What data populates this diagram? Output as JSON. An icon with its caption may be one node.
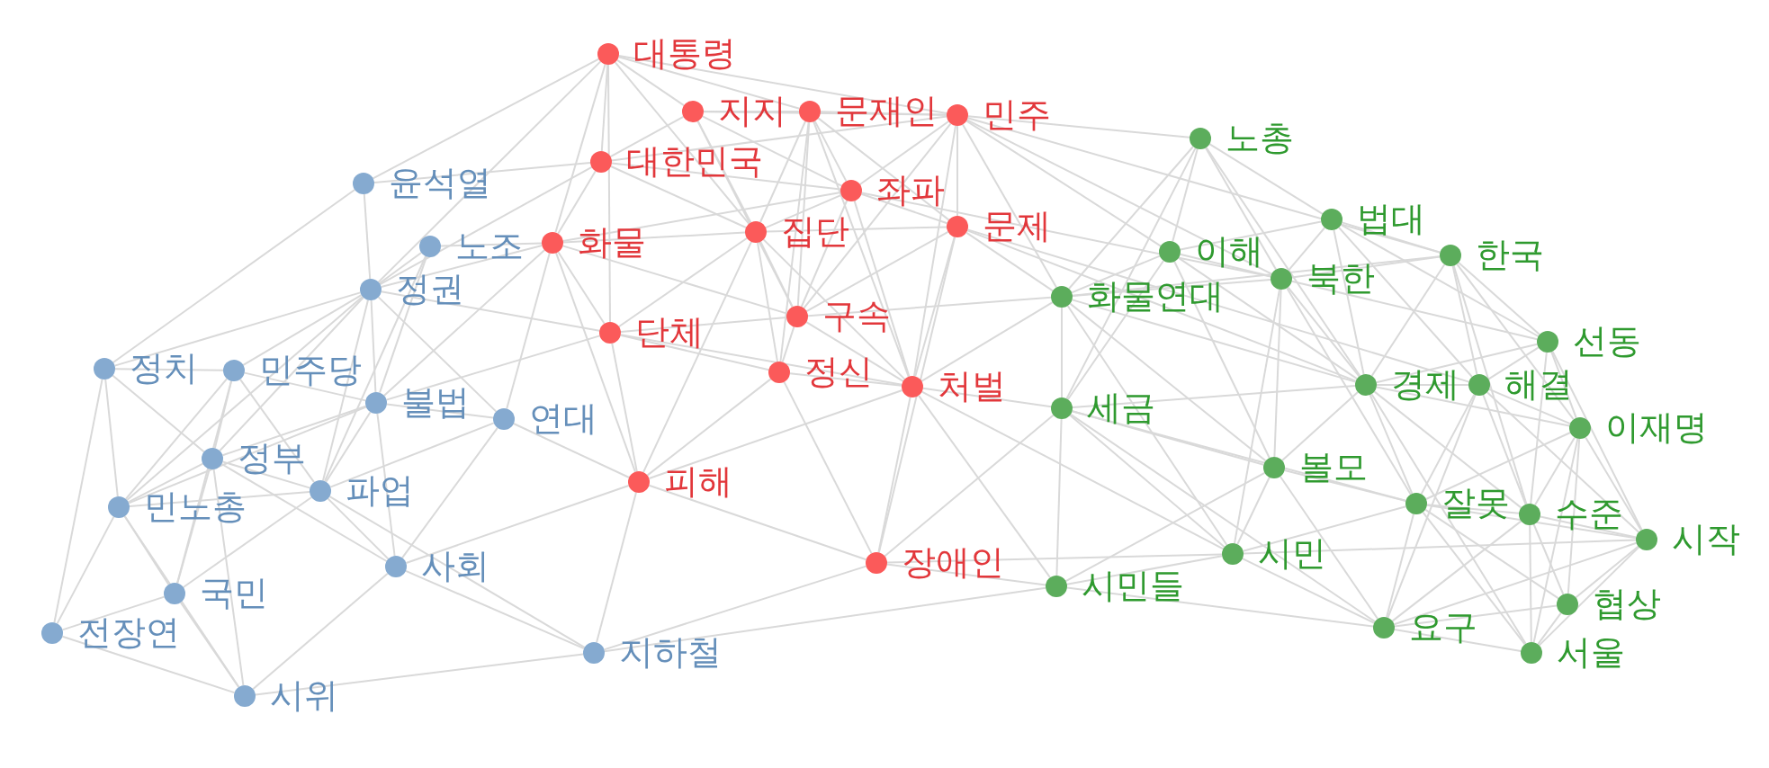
{
  "diagram": {
    "nodes": [
      {
        "text": [
          "대통령"
        ]
      },
      {
        "text": [
          "지지"
        ]
      },
      {
        "text": [
          "문재인"
        ]
      },
      {
        "text": [
          "민주"
        ]
      },
      {
        "text": [
          "노총"
        ]
      },
      {
        "text": [
          "대한민국"
        ]
      },
      {
        "text": [
          "윤석열"
        ]
      },
      {
        "text": [
          "좌파"
        ]
      },
      {
        "text": [
          "문제"
        ]
      },
      {
        "text": [
          "집단"
        ]
      },
      {
        "text": [
          "화물"
        ]
      },
      {
        "text": [
          "법대"
        ]
      },
      {
        "text": [
          "노조"
        ]
      },
      {
        "text": [
          "한국"
        ]
      },
      {
        "text": [
          "이해"
        ]
      },
      {
        "text": [
          "북한"
        ]
      },
      {
        "text": [
          "화물연대"
        ]
      },
      {
        "text": [
          "정권"
        ]
      },
      {
        "text": [
          "구속"
        ]
      },
      {
        "text": [
          "단체"
        ]
      },
      {
        "text": [
          "선동"
        ]
      },
      {
        "text": [
          "정치"
        ]
      },
      {
        "text": [
          "민주당"
        ]
      },
      {
        "text": [
          "정신"
        ]
      },
      {
        "text": [
          "처벌"
        ]
      },
      {
        "text": [
          "경제"
        ]
      },
      {
        "text": [
          "해결"
        ]
      },
      {
        "text": [
          "불법"
        ]
      },
      {
        "text": [
          "세금"
        ]
      },
      {
        "text": [
          "연대"
        ]
      },
      {
        "text": [
          "이재명"
        ]
      },
      {
        "text": [
          "정부"
        ]
      },
      {
        "text": [
          "볼모"
        ]
      },
      {
        "text": [
          "피해"
        ]
      },
      {
        "text": [
          "파업"
        ]
      },
      {
        "text": [
          "민노총"
        ]
      },
      {
        "text": [
          "잘못"
        ]
      },
      {
        "text": [
          "수준"
        ]
      },
      {
        "text": [
          "시작"
        ]
      },
      {
        "text": [
          "시민"
        ]
      },
      {
        "text": [
          "장애인"
        ]
      },
      {
        "text": [
          "사회"
        ]
      },
      {
        "text": [
          "시민들"
        ]
      },
      {
        "text": [
          "국민"
        ]
      },
      {
        "text": [
          "협상"
        ]
      },
      {
        "text": [
          "전장연"
        ]
      },
      {
        "text": [
          "요구"
        ]
      },
      {
        "text": [
          "지하철"
        ]
      },
      {
        "text": [
          "서울"
        ]
      },
      {
        "text": [
          "시위"
        ]
      }
    ],
    "edges": [
      {
        "from": 21,
        "to": 6,
        "arrow": "none"
      },
      {
        "from": 21,
        "to": 17,
        "arrow": "none"
      },
      {
        "from": 21,
        "to": 22,
        "arrow": "none"
      },
      {
        "from": 21,
        "to": 35,
        "arrow": "none"
      },
      {
        "from": 21,
        "to": 45,
        "arrow": "none"
      },
      {
        "from": 21,
        "to": 31,
        "arrow": "none"
      },
      {
        "from": 22,
        "to": 17,
        "arrow": "none"
      },
      {
        "from": 22,
        "to": 35,
        "arrow": "none"
      },
      {
        "from": 22,
        "to": 31,
        "arrow": "none"
      },
      {
        "from": 22,
        "to": 43,
        "arrow": "none"
      },
      {
        "from": 22,
        "to": 34,
        "arrow": "none"
      },
      {
        "from": 22,
        "to": 27,
        "arrow": "none"
      },
      {
        "from": 17,
        "to": 6,
        "arrow": "none"
      },
      {
        "from": 17,
        "to": 12,
        "arrow": "none"
      },
      {
        "from": 17,
        "to": 27,
        "arrow": "none"
      },
      {
        "from": 17,
        "to": 34,
        "arrow": "none"
      },
      {
        "from": 17,
        "to": 31,
        "arrow": "none"
      },
      {
        "from": 17,
        "to": 35,
        "arrow": "none"
      },
      {
        "from": 17,
        "to": 5,
        "arrow": "none"
      },
      {
        "from": 17,
        "to": 10,
        "arrow": "none"
      },
      {
        "from": 17,
        "to": 29,
        "arrow": "none"
      },
      {
        "from": 17,
        "to": 19,
        "arrow": "none"
      },
      {
        "from": 12,
        "to": 10,
        "arrow": "none"
      },
      {
        "from": 12,
        "to": 34,
        "arrow": "none"
      },
      {
        "from": 12,
        "to": 27,
        "arrow": "none"
      },
      {
        "from": 27,
        "to": 34,
        "arrow": "none"
      },
      {
        "from": 27,
        "to": 29,
        "arrow": "none"
      },
      {
        "from": 27,
        "to": 31,
        "arrow": "none"
      },
      {
        "from": 27,
        "to": 41,
        "arrow": "none"
      },
      {
        "from": 27,
        "to": 10,
        "arrow": "none"
      },
      {
        "from": 27,
        "to": 19,
        "arrow": "none"
      },
      {
        "from": 27,
        "to": 35,
        "arrow": "none"
      },
      {
        "from": 29,
        "to": 10,
        "arrow": "none"
      },
      {
        "from": 29,
        "to": 41,
        "arrow": "none"
      },
      {
        "from": 29,
        "to": 34,
        "arrow": "none"
      },
      {
        "from": 29,
        "to": 33,
        "arrow": "none"
      },
      {
        "from": 31,
        "to": 34,
        "arrow": "none"
      },
      {
        "from": 31,
        "to": 35,
        "arrow": "none"
      },
      {
        "from": 31,
        "to": 43,
        "arrow": "none"
      },
      {
        "from": 31,
        "to": 49,
        "arrow": "none"
      },
      {
        "from": 31,
        "to": 41,
        "arrow": "none"
      },
      {
        "from": 34,
        "to": 35,
        "arrow": "none"
      },
      {
        "from": 34,
        "to": 41,
        "arrow": "none"
      },
      {
        "from": 34,
        "to": 43,
        "arrow": "none"
      },
      {
        "from": 34,
        "to": 47,
        "arrow": "none"
      },
      {
        "from": 35,
        "to": 43,
        "arrow": "none"
      },
      {
        "from": 35,
        "to": 45,
        "arrow": "none"
      },
      {
        "from": 35,
        "to": 49,
        "arrow": "none"
      },
      {
        "from": 43,
        "to": 45,
        "arrow": "none"
      },
      {
        "from": 43,
        "to": 49,
        "arrow": "none"
      },
      {
        "from": 45,
        "to": 49,
        "arrow": "none"
      },
      {
        "from": 41,
        "to": 49,
        "arrow": "none"
      },
      {
        "from": 41,
        "to": 47,
        "arrow": "none"
      },
      {
        "from": 41,
        "to": 33,
        "arrow": "none"
      },
      {
        "from": 49,
        "to": 47,
        "arrow": "none"
      },
      {
        "from": 47,
        "to": 33,
        "arrow": "none"
      },
      {
        "from": 47,
        "to": 40,
        "arrow": "none"
      },
      {
        "from": 47,
        "to": 42,
        "arrow": "none"
      },
      {
        "from": 0,
        "to": 5,
        "arrow": "none"
      },
      {
        "from": 0,
        "to": 1,
        "arrow": "none"
      },
      {
        "from": 0,
        "to": 2,
        "arrow": "none"
      },
      {
        "from": 0,
        "to": 3,
        "arrow": "none"
      },
      {
        "from": 0,
        "to": 10,
        "arrow": "none"
      },
      {
        "from": 0,
        "to": 19,
        "arrow": "none"
      },
      {
        "from": 0,
        "to": 9,
        "arrow": "none"
      },
      {
        "from": 0,
        "to": 6,
        "arrow": "none"
      },
      {
        "from": 0,
        "to": 17,
        "arrow": "none"
      },
      {
        "from": 1,
        "to": 2,
        "arrow": "none"
      },
      {
        "from": 1,
        "to": 3,
        "arrow": "none"
      },
      {
        "from": 1,
        "to": 7,
        "arrow": "none"
      },
      {
        "from": 1,
        "to": 9,
        "arrow": "none"
      },
      {
        "from": 1,
        "to": 5,
        "arrow": "none"
      },
      {
        "from": 1,
        "to": 18,
        "arrow": "none"
      },
      {
        "from": 2,
        "to": 3,
        "arrow": "none"
      },
      {
        "from": 2,
        "to": 7,
        "arrow": "none"
      },
      {
        "from": 2,
        "to": 9,
        "arrow": "none"
      },
      {
        "from": 2,
        "to": 18,
        "arrow": "none"
      },
      {
        "from": 2,
        "to": 23,
        "arrow": "none"
      },
      {
        "from": 2,
        "to": 8,
        "arrow": "none"
      },
      {
        "from": 2,
        "to": 24,
        "arrow": "none"
      },
      {
        "from": 3,
        "to": 7,
        "arrow": "none"
      },
      {
        "from": 3,
        "to": 8,
        "arrow": "none"
      },
      {
        "from": 3,
        "to": 4,
        "arrow": "none"
      },
      {
        "from": 3,
        "to": 16,
        "arrow": "none"
      },
      {
        "from": 3,
        "to": 14,
        "arrow": "none"
      },
      {
        "from": 3,
        "to": 15,
        "arrow": "none"
      },
      {
        "from": 3,
        "to": 13,
        "arrow": "none"
      },
      {
        "from": 3,
        "to": 24,
        "arrow": "none"
      },
      {
        "from": 3,
        "to": 5,
        "arrow": "none"
      },
      {
        "from": 3,
        "to": 18,
        "arrow": "none"
      },
      {
        "from": 5,
        "to": 10,
        "arrow": "none"
      },
      {
        "from": 5,
        "to": 7,
        "arrow": "none"
      },
      {
        "from": 5,
        "to": 6,
        "arrow": "none"
      },
      {
        "from": 5,
        "to": 9,
        "arrow": "none"
      },
      {
        "from": 7,
        "to": 8,
        "arrow": "none"
      },
      {
        "from": 7,
        "to": 9,
        "arrow": "none"
      },
      {
        "from": 7,
        "to": 10,
        "arrow": "none"
      },
      {
        "from": 7,
        "to": 15,
        "arrow": "none"
      },
      {
        "from": 7,
        "to": 24,
        "arrow": "none"
      },
      {
        "from": 7,
        "to": 18,
        "arrow": "none"
      },
      {
        "from": 8,
        "to": 16,
        "arrow": "none"
      },
      {
        "from": 8,
        "to": 24,
        "arrow": "none"
      },
      {
        "from": 8,
        "to": 18,
        "arrow": "none"
      },
      {
        "from": 8,
        "to": 40,
        "arrow": "none"
      },
      {
        "from": 8,
        "to": 25,
        "arrow": "none"
      },
      {
        "from": 8,
        "to": 26,
        "arrow": "none"
      },
      {
        "from": 8,
        "to": 9,
        "arrow": "none"
      },
      {
        "from": 9,
        "to": 10,
        "arrow": "none"
      },
      {
        "from": 9,
        "to": 18,
        "arrow": "none"
      },
      {
        "from": 9,
        "to": 23,
        "arrow": "none"
      },
      {
        "from": 9,
        "to": 19,
        "arrow": "none"
      },
      {
        "from": 9,
        "to": 24,
        "arrow": "none"
      },
      {
        "from": 9,
        "to": 33,
        "arrow": "none"
      },
      {
        "from": 10,
        "to": 19,
        "arrow": "none"
      },
      {
        "from": 10,
        "to": 18,
        "arrow": "none"
      },
      {
        "from": 10,
        "to": 33,
        "arrow": "none"
      },
      {
        "from": 18,
        "to": 23,
        "arrow": "none"
      },
      {
        "from": 18,
        "to": 24,
        "arrow": "none"
      },
      {
        "from": 18,
        "to": 19,
        "arrow": "none"
      },
      {
        "from": 18,
        "to": 16,
        "arrow": "none"
      },
      {
        "from": 19,
        "to": 23,
        "arrow": "none"
      },
      {
        "from": 19,
        "to": 33,
        "arrow": "none"
      },
      {
        "from": 19,
        "to": 24,
        "arrow": "none"
      },
      {
        "from": 23,
        "to": 24,
        "arrow": "none"
      },
      {
        "from": 23,
        "to": 40,
        "arrow": "none"
      },
      {
        "from": 23,
        "to": 33,
        "arrow": "none"
      },
      {
        "from": 24,
        "to": 28,
        "arrow": "none"
      },
      {
        "from": 24,
        "to": 33,
        "arrow": "none"
      },
      {
        "from": 24,
        "to": 39,
        "arrow": "none"
      },
      {
        "from": 24,
        "to": 40,
        "arrow": "none"
      },
      {
        "from": 24,
        "to": 42,
        "arrow": "none"
      },
      {
        "from": 24,
        "to": 16,
        "arrow": "none"
      },
      {
        "from": 40,
        "to": 33,
        "arrow": "none"
      },
      {
        "from": 40,
        "to": 28,
        "arrow": "none"
      },
      {
        "from": 40,
        "to": 42,
        "arrow": "none"
      },
      {
        "from": 40,
        "to": 39,
        "arrow": "none"
      },
      {
        "from": 4,
        "to": 16,
        "arrow": "none"
      },
      {
        "from": 4,
        "to": 14,
        "arrow": "none"
      },
      {
        "from": 4,
        "to": 15,
        "arrow": "none"
      },
      {
        "from": 4,
        "to": 11,
        "arrow": "none"
      },
      {
        "from": 4,
        "to": 25,
        "arrow": "none"
      },
      {
        "from": 4,
        "to": 28,
        "arrow": "none"
      },
      {
        "from": 16,
        "to": 14,
        "arrow": "none"
      },
      {
        "from": 16,
        "to": 15,
        "arrow": "none"
      },
      {
        "from": 16,
        "to": 28,
        "arrow": "none"
      },
      {
        "from": 16,
        "to": 25,
        "arrow": "none"
      },
      {
        "from": 16,
        "to": 13,
        "arrow": "none"
      },
      {
        "from": 16,
        "to": 32,
        "arrow": "none"
      },
      {
        "from": 16,
        "to": 39,
        "arrow": "none"
      },
      {
        "from": 14,
        "to": 15,
        "arrow": "none"
      },
      {
        "from": 14,
        "to": 11,
        "arrow": "none"
      },
      {
        "from": 14,
        "to": 25,
        "arrow": "none"
      },
      {
        "from": 14,
        "to": 32,
        "arrow": "none"
      },
      {
        "from": 14,
        "to": 28,
        "arrow": "none"
      },
      {
        "from": 15,
        "to": 11,
        "arrow": "none"
      },
      {
        "from": 15,
        "to": 13,
        "arrow": "none"
      },
      {
        "from": 15,
        "to": 25,
        "arrow": "none"
      },
      {
        "from": 15,
        "to": 20,
        "arrow": "none"
      },
      {
        "from": 15,
        "to": 36,
        "arrow": "none"
      },
      {
        "from": 15,
        "to": 32,
        "arrow": "none"
      },
      {
        "from": 15,
        "to": 39,
        "arrow": "none"
      },
      {
        "from": 11,
        "to": 13,
        "arrow": "none"
      },
      {
        "from": 11,
        "to": 25,
        "arrow": "none"
      },
      {
        "from": 11,
        "to": 20,
        "arrow": "none"
      },
      {
        "from": 11,
        "to": 26,
        "arrow": "none"
      },
      {
        "from": 13,
        "to": 20,
        "arrow": "none"
      },
      {
        "from": 13,
        "to": 25,
        "arrow": "none"
      },
      {
        "from": 13,
        "to": 26,
        "arrow": "none"
      },
      {
        "from": 13,
        "to": 30,
        "arrow": "none"
      },
      {
        "from": 13,
        "to": 37,
        "arrow": "none"
      },
      {
        "from": 20,
        "to": 26,
        "arrow": "none"
      },
      {
        "from": 20,
        "to": 30,
        "arrow": "none"
      },
      {
        "from": 20,
        "to": 25,
        "arrow": "none"
      },
      {
        "from": 20,
        "to": 37,
        "arrow": "none"
      },
      {
        "from": 20,
        "to": 38,
        "arrow": "none"
      },
      {
        "from": 25,
        "to": 26,
        "arrow": "none"
      },
      {
        "from": 25,
        "to": 36,
        "arrow": "none"
      },
      {
        "from": 25,
        "to": 37,
        "arrow": "none"
      },
      {
        "from": 25,
        "to": 30,
        "arrow": "none"
      },
      {
        "from": 25,
        "to": 32,
        "arrow": "none"
      },
      {
        "from": 25,
        "to": 48,
        "arrow": "none"
      },
      {
        "from": 26,
        "to": 30,
        "arrow": "none"
      },
      {
        "from": 26,
        "to": 36,
        "arrow": "none"
      },
      {
        "from": 26,
        "to": 37,
        "arrow": "none"
      },
      {
        "from": 26,
        "to": 46,
        "arrow": "none"
      },
      {
        "from": 26,
        "to": 38,
        "arrow": "none"
      },
      {
        "from": 30,
        "to": 36,
        "arrow": "none"
      },
      {
        "from": 30,
        "to": 37,
        "arrow": "none"
      },
      {
        "from": 30,
        "to": 38,
        "arrow": "none"
      },
      {
        "from": 30,
        "to": 44,
        "arrow": "none"
      },
      {
        "from": 30,
        "to": 48,
        "arrow": "none"
      },
      {
        "from": 28,
        "to": 32,
        "arrow": "none"
      },
      {
        "from": 28,
        "to": 39,
        "arrow": "none"
      },
      {
        "from": 28,
        "to": 42,
        "arrow": "none"
      },
      {
        "from": 28,
        "to": 36,
        "arrow": "none"
      },
      {
        "from": 28,
        "to": 25,
        "arrow": "none"
      },
      {
        "from": 28,
        "to": 46,
        "arrow": "none"
      },
      {
        "from": 32,
        "to": 39,
        "arrow": "none"
      },
      {
        "from": 32,
        "to": 36,
        "arrow": "none"
      },
      {
        "from": 32,
        "to": 46,
        "arrow": "none"
      },
      {
        "from": 32,
        "to": 42,
        "arrow": "none"
      },
      {
        "from": 36,
        "to": 37,
        "arrow": "none"
      },
      {
        "from": 36,
        "to": 38,
        "arrow": "none"
      },
      {
        "from": 36,
        "to": 46,
        "arrow": "none"
      },
      {
        "from": 36,
        "to": 44,
        "arrow": "none"
      },
      {
        "from": 36,
        "to": 48,
        "arrow": "none"
      },
      {
        "from": 36,
        "to": 39,
        "arrow": "none"
      },
      {
        "from": 37,
        "to": 38,
        "arrow": "none"
      },
      {
        "from": 37,
        "to": 46,
        "arrow": "none"
      },
      {
        "from": 37,
        "to": 48,
        "arrow": "none"
      },
      {
        "from": 37,
        "to": 44,
        "arrow": "none"
      },
      {
        "from": 38,
        "to": 44,
        "arrow": "none"
      },
      {
        "from": 38,
        "to": 48,
        "arrow": "none"
      },
      {
        "from": 38,
        "to": 46,
        "arrow": "none"
      },
      {
        "from": 39,
        "to": 42,
        "arrow": "none"
      },
      {
        "from": 39,
        "to": 46,
        "arrow": "none"
      },
      {
        "from": 39,
        "to": 38,
        "arrow": "none"
      },
      {
        "from": 42,
        "to": 46,
        "arrow": "none"
      },
      {
        "from": 46,
        "to": 48,
        "arrow": "none"
      },
      {
        "from": 46,
        "to": 44,
        "arrow": "none"
      },
      {
        "from": 44,
        "to": 48,
        "arrow": "none"
      }
    ]
  }
}
